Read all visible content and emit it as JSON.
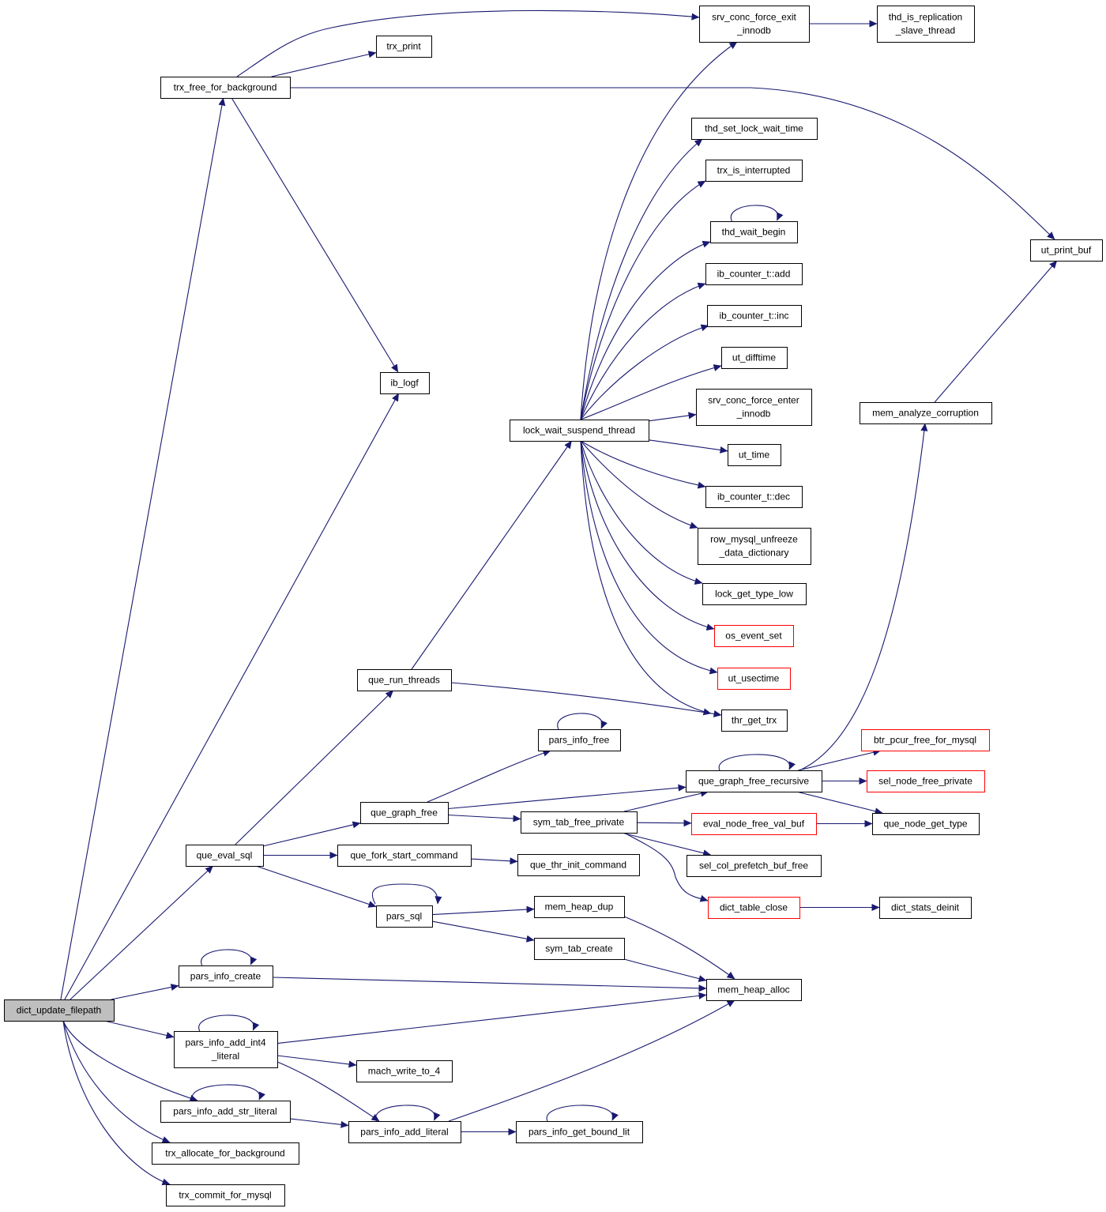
{
  "colors": {
    "edge": "#191970",
    "node_border": "#000000",
    "truncated_border": "#ff0000",
    "root_fill": "#bfbfbf",
    "node_fill": "#ffffff"
  },
  "nodes": {
    "dict_update_filepath": {
      "label": "dict_update_filepath",
      "style": "root"
    },
    "trx_free_for_background": {
      "label": "trx_free_for_background",
      "style": "normal"
    },
    "trx_print": {
      "label": "trx_print",
      "style": "normal"
    },
    "srv_conc_force_exit_innodb": {
      "label": "srv_conc_force_exit\n_innodb",
      "style": "normal"
    },
    "thd_is_replication_slave_thread": {
      "label": "thd_is_replication\n_slave_thread",
      "style": "normal"
    },
    "thd_set_lock_wait_time": {
      "label": "thd_set_lock_wait_time",
      "style": "normal"
    },
    "trx_is_interrupted": {
      "label": "trx_is_interrupted",
      "style": "normal"
    },
    "thd_wait_begin": {
      "label": "thd_wait_begin",
      "style": "normal"
    },
    "ut_print_buf": {
      "label": "ut_print_buf",
      "style": "normal"
    },
    "ib_counter_t_add": {
      "label": "ib_counter_t::add",
      "style": "normal"
    },
    "ib_counter_t_inc": {
      "label": "ib_counter_t::inc",
      "style": "normal"
    },
    "ut_difftime": {
      "label": "ut_difftime",
      "style": "normal"
    },
    "ib_logf": {
      "label": "ib_logf",
      "style": "normal"
    },
    "srv_conc_force_enter_innodb": {
      "label": "srv_conc_force_enter\n_innodb",
      "style": "normal"
    },
    "mem_analyze_corruption": {
      "label": "mem_analyze_corruption",
      "style": "normal"
    },
    "lock_wait_suspend_thread": {
      "label": "lock_wait_suspend_thread",
      "style": "normal"
    },
    "ut_time": {
      "label": "ut_time",
      "style": "normal"
    },
    "ib_counter_t_dec": {
      "label": "ib_counter_t::dec",
      "style": "normal"
    },
    "row_mysql_unfreeze_data_dictionary": {
      "label": "row_mysql_unfreeze\n_data_dictionary",
      "style": "normal"
    },
    "lock_get_type_low": {
      "label": "lock_get_type_low",
      "style": "normal"
    },
    "os_event_set": {
      "label": "os_event_set",
      "style": "truncated"
    },
    "ut_usectime": {
      "label": "ut_usectime",
      "style": "truncated"
    },
    "que_run_threads": {
      "label": "que_run_threads",
      "style": "normal"
    },
    "thr_get_trx": {
      "label": "thr_get_trx",
      "style": "normal"
    },
    "pars_info_free": {
      "label": "pars_info_free",
      "style": "normal"
    },
    "btr_pcur_free_for_mysql": {
      "label": "btr_pcur_free_for_mysql",
      "style": "truncated"
    },
    "que_graph_free_recursive": {
      "label": "que_graph_free_recursive",
      "style": "normal"
    },
    "sel_node_free_private": {
      "label": "sel_node_free_private",
      "style": "truncated"
    },
    "que_graph_free": {
      "label": "que_graph_free",
      "style": "normal"
    },
    "sym_tab_free_private": {
      "label": "sym_tab_free_private",
      "style": "normal"
    },
    "eval_node_free_val_buf": {
      "label": "eval_node_free_val_buf",
      "style": "truncated"
    },
    "que_node_get_type": {
      "label": "que_node_get_type",
      "style": "normal"
    },
    "que_eval_sql": {
      "label": "que_eval_sql",
      "style": "normal"
    },
    "que_fork_start_command": {
      "label": "que_fork_start_command",
      "style": "normal"
    },
    "que_thr_init_command": {
      "label": "que_thr_init_command",
      "style": "normal"
    },
    "sel_col_prefetch_buf_free": {
      "label": "sel_col_prefetch_buf_free",
      "style": "normal"
    },
    "dict_table_close": {
      "label": "dict_table_close",
      "style": "truncated"
    },
    "dict_stats_deinit": {
      "label": "dict_stats_deinit",
      "style": "normal"
    },
    "pars_sql": {
      "label": "pars_sql",
      "style": "normal"
    },
    "mem_heap_dup": {
      "label": "mem_heap_dup",
      "style": "normal"
    },
    "sym_tab_create": {
      "label": "sym_tab_create",
      "style": "normal"
    },
    "pars_info_create": {
      "label": "pars_info_create",
      "style": "normal"
    },
    "mem_heap_alloc": {
      "label": "mem_heap_alloc",
      "style": "normal"
    },
    "pars_info_add_int4_literal": {
      "label": "pars_info_add_int4\n_literal",
      "style": "normal"
    },
    "mach_write_to_4": {
      "label": "mach_write_to_4",
      "style": "normal"
    },
    "pars_info_add_str_literal": {
      "label": "pars_info_add_str_literal",
      "style": "normal"
    },
    "pars_info_add_literal": {
      "label": "pars_info_add_literal",
      "style": "normal"
    },
    "pars_info_get_bound_lit": {
      "label": "pars_info_get_bound_lit",
      "style": "normal"
    },
    "trx_allocate_for_background": {
      "label": "trx_allocate_for_background",
      "style": "normal"
    },
    "trx_commit_for_mysql": {
      "label": "trx_commit_for_mysql",
      "style": "normal"
    }
  },
  "edges": [
    [
      "dict_update_filepath",
      "trx_free_for_background"
    ],
    [
      "dict_update_filepath",
      "ib_logf"
    ],
    [
      "dict_update_filepath",
      "que_eval_sql"
    ],
    [
      "dict_update_filepath",
      "pars_info_create"
    ],
    [
      "dict_update_filepath",
      "pars_info_add_int4_literal"
    ],
    [
      "dict_update_filepath",
      "pars_info_add_str_literal"
    ],
    [
      "dict_update_filepath",
      "trx_allocate_for_background"
    ],
    [
      "dict_update_filepath",
      "trx_commit_for_mysql"
    ],
    [
      "trx_free_for_background",
      "srv_conc_force_exit_innodb"
    ],
    [
      "trx_free_for_background",
      "trx_print"
    ],
    [
      "trx_free_for_background",
      "ut_print_buf"
    ],
    [
      "trx_free_for_background",
      "ib_logf"
    ],
    [
      "srv_conc_force_exit_innodb",
      "thd_is_replication_slave_thread"
    ],
    [
      "thd_wait_begin",
      "thd_wait_begin"
    ],
    [
      "mem_analyze_corruption",
      "ut_print_buf"
    ],
    [
      "lock_wait_suspend_thread",
      "srv_conc_force_exit_innodb"
    ],
    [
      "lock_wait_suspend_thread",
      "thd_set_lock_wait_time"
    ],
    [
      "lock_wait_suspend_thread",
      "trx_is_interrupted"
    ],
    [
      "lock_wait_suspend_thread",
      "thd_wait_begin"
    ],
    [
      "lock_wait_suspend_thread",
      "ib_counter_t_add"
    ],
    [
      "lock_wait_suspend_thread",
      "ib_counter_t_inc"
    ],
    [
      "lock_wait_suspend_thread",
      "ut_difftime"
    ],
    [
      "lock_wait_suspend_thread",
      "srv_conc_force_enter_innodb"
    ],
    [
      "lock_wait_suspend_thread",
      "ut_time"
    ],
    [
      "lock_wait_suspend_thread",
      "ib_counter_t_dec"
    ],
    [
      "lock_wait_suspend_thread",
      "row_mysql_unfreeze_data_dictionary"
    ],
    [
      "lock_wait_suspend_thread",
      "lock_get_type_low"
    ],
    [
      "lock_wait_suspend_thread",
      "os_event_set"
    ],
    [
      "lock_wait_suspend_thread",
      "ut_usectime"
    ],
    [
      "lock_wait_suspend_thread",
      "thr_get_trx"
    ],
    [
      "que_run_threads",
      "lock_wait_suspend_thread"
    ],
    [
      "que_run_threads",
      "thr_get_trx"
    ],
    [
      "pars_info_free",
      "pars_info_free"
    ],
    [
      "que_graph_free_recursive",
      "que_graph_free_recursive"
    ],
    [
      "que_graph_free_recursive",
      "mem_analyze_corruption"
    ],
    [
      "que_graph_free_recursive",
      "btr_pcur_free_for_mysql"
    ],
    [
      "que_graph_free_recursive",
      "sel_node_free_private"
    ],
    [
      "que_graph_free_recursive",
      "que_node_get_type"
    ],
    [
      "que_graph_free",
      "pars_info_free"
    ],
    [
      "que_graph_free",
      "que_graph_free_recursive"
    ],
    [
      "que_graph_free",
      "sym_tab_free_private"
    ],
    [
      "sym_tab_free_private",
      "que_graph_free_recursive"
    ],
    [
      "sym_tab_free_private",
      "eval_node_free_val_buf"
    ],
    [
      "sym_tab_free_private",
      "sel_col_prefetch_buf_free"
    ],
    [
      "sym_tab_free_private",
      "dict_table_close"
    ],
    [
      "eval_node_free_val_buf",
      "que_node_get_type"
    ],
    [
      "dict_table_close",
      "dict_stats_deinit"
    ],
    [
      "que_eval_sql",
      "que_run_threads"
    ],
    [
      "que_eval_sql",
      "que_graph_free"
    ],
    [
      "que_eval_sql",
      "que_fork_start_command"
    ],
    [
      "que_eval_sql",
      "pars_sql"
    ],
    [
      "que_fork_start_command",
      "que_thr_init_command"
    ],
    [
      "pars_sql",
      "pars_sql"
    ],
    [
      "pars_sql",
      "mem_heap_dup"
    ],
    [
      "pars_sql",
      "sym_tab_create"
    ],
    [
      "mem_heap_dup",
      "mem_heap_alloc"
    ],
    [
      "sym_tab_create",
      "mem_heap_alloc"
    ],
    [
      "pars_info_create",
      "pars_info_create"
    ],
    [
      "pars_info_create",
      "mem_heap_alloc"
    ],
    [
      "pars_info_add_int4_literal",
      "pars_info_add_int4_literal"
    ],
    [
      "pars_info_add_int4_literal",
      "mem_heap_alloc"
    ],
    [
      "pars_info_add_int4_literal",
      "mach_write_to_4"
    ],
    [
      "pars_info_add_int4_literal",
      "pars_info_add_literal"
    ],
    [
      "pars_info_add_str_literal",
      "pars_info_add_str_literal"
    ],
    [
      "pars_info_add_str_literal",
      "pars_info_add_literal"
    ],
    [
      "pars_info_add_literal",
      "pars_info_add_literal"
    ],
    [
      "pars_info_add_literal",
      "mem_heap_alloc"
    ],
    [
      "pars_info_add_literal",
      "pars_info_get_bound_lit"
    ],
    [
      "pars_info_get_bound_lit",
      "pars_info_get_bound_lit"
    ]
  ]
}
